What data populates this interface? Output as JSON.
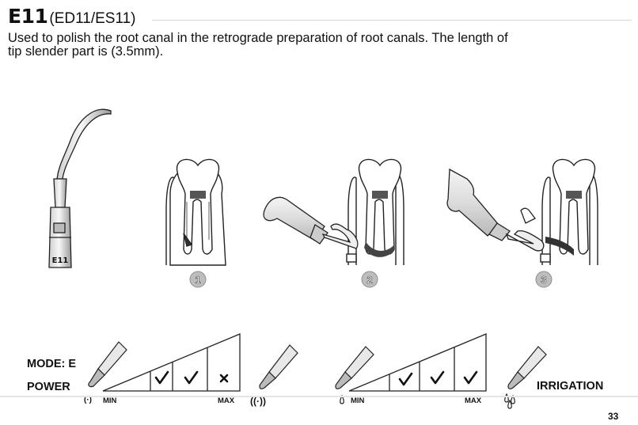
{
  "header": {
    "title": "E11",
    "subtitle": "(ED11/ES11)",
    "description_line1": "Used to polish the root canal in the retrograde preparation of root canals. The length of",
    "description_line2": "tip slender part is (3.5mm)."
  },
  "tip_label": "E11",
  "steps": [
    "1",
    "2",
    "3"
  ],
  "settings": {
    "mode_label": "MODE: E",
    "power_label": "POWER",
    "irrigation_label": "IRRIGATION",
    "min_label": "MIN",
    "max_label": "MAX",
    "power_levels": [
      "recommended",
      "recommended",
      "not-recommended"
    ],
    "irrigation_levels": [
      "recommended",
      "recommended",
      "recommended"
    ]
  },
  "page_number": "33"
}
